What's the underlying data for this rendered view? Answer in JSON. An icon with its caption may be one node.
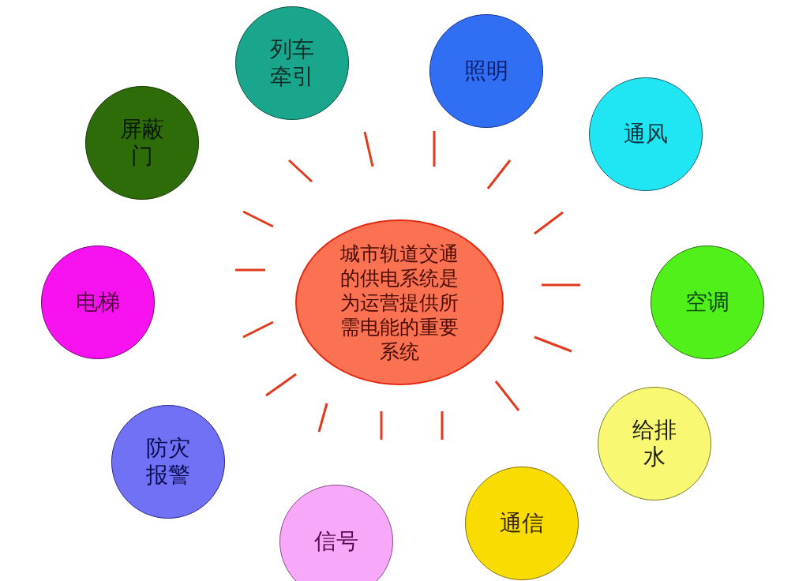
{
  "diagram": {
    "nodes": [
      {
        "text": [
          "城市轨道交通的供电系统是为运营提供所需电能的重要系统"
        ]
      },
      {
        "text": [
          "列车牵引"
        ]
      },
      {
        "text": [
          "照明"
        ]
      },
      {
        "text": [
          "通风"
        ]
      },
      {
        "text": [
          "空调"
        ]
      },
      {
        "text": [
          "给排水"
        ]
      },
      {
        "text": [
          "通信"
        ]
      },
      {
        "text": [
          "信号"
        ]
      },
      {
        "text": [
          "防灾报警"
        ]
      },
      {
        "text": [
          "电梯"
        ]
      },
      {
        "text": [
          "屏蔽门"
        ]
      }
    ]
  }
}
